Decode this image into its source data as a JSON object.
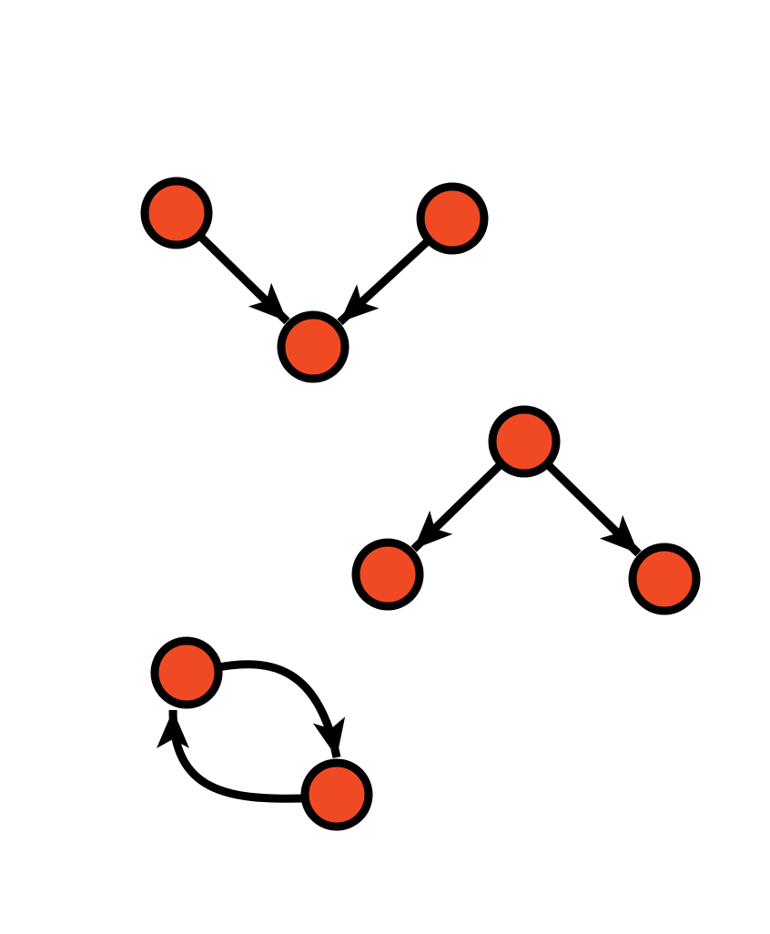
{
  "colors": {
    "node_fill": "#F04A24",
    "stroke": "#000000",
    "background": "#FFFFFF"
  },
  "motifs": [
    {
      "name": "converging",
      "nodes": [
        "a",
        "b",
        "c"
      ],
      "edges": [
        [
          "a",
          "c"
        ],
        [
          "b",
          "c"
        ]
      ]
    },
    {
      "name": "diverging",
      "nodes": [
        "d",
        "e",
        "f"
      ],
      "edges": [
        [
          "d",
          "e"
        ],
        [
          "d",
          "f"
        ]
      ]
    },
    {
      "name": "mutual",
      "nodes": [
        "g",
        "h"
      ],
      "edges": [
        [
          "g",
          "h"
        ],
        [
          "h",
          "g"
        ]
      ]
    }
  ]
}
